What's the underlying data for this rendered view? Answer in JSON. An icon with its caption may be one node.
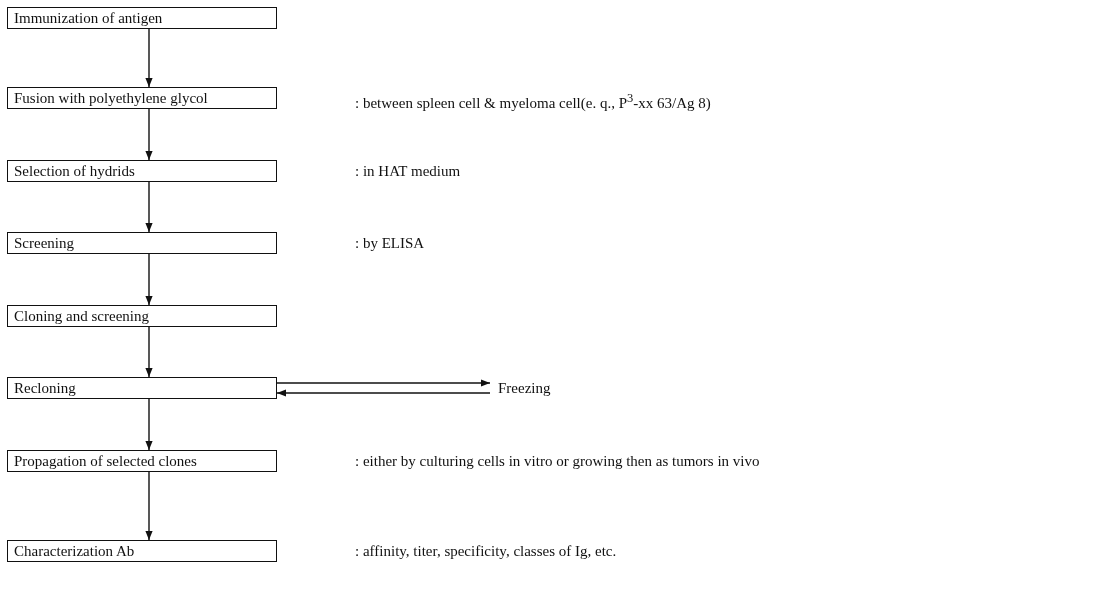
{
  "diagram": {
    "nodes": [
      {
        "text": [
          "Immunization of antigen"
        ]
      },
      {
        "text": [
          "Fusion with polyethylene glycol"
        ]
      },
      {
        "text": [
          "Selection of hydrids"
        ]
      },
      {
        "text": [
          "Screening"
        ]
      },
      {
        "text": [
          "Cloning and screening"
        ]
      },
      {
        "text": [
          "Recloning"
        ]
      },
      {
        "text": [
          "Propagation of selected clones"
        ]
      },
      {
        "text": [
          "Characterization Ab"
        ]
      },
      {
        "text": [
          "Freezing"
        ]
      }
    ],
    "edges": [
      {
        "from": 0,
        "to": 1,
        "arrow": "to"
      },
      {
        "from": 1,
        "to": 2,
        "arrow": "to"
      },
      {
        "from": 2,
        "to": 3,
        "arrow": "to"
      },
      {
        "from": 3,
        "to": 4,
        "arrow": "to"
      },
      {
        "from": 4,
        "to": 5,
        "arrow": "to"
      },
      {
        "from": 5,
        "to": 6,
        "arrow": "to"
      },
      {
        "from": 6,
        "to": 7,
        "arrow": "to"
      },
      {
        "from": 5,
        "to": 8,
        "arrow": "to"
      },
      {
        "from": 8,
        "to": 5,
        "arrow": "to"
      }
    ],
    "labels": [
      ": between spleen cell & myeloma cell(e. q., P$^{3}$-xx 63/Ag 8)",
      ": in HAT medium",
      ": by ELISA",
      ": either by culturing cells in vitro or growing then as tumors in vivo",
      ": affinity, titer, specificity, classes of Ig, etc."
    ]
  }
}
